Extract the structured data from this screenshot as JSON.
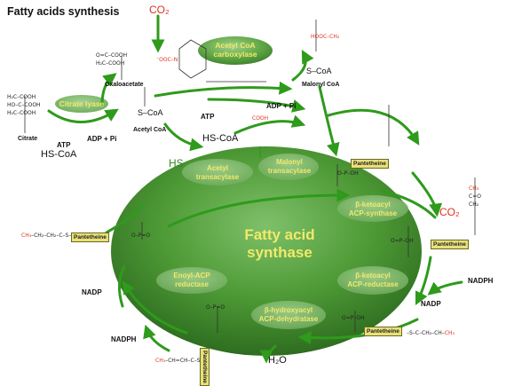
{
  "title": "Fatty acids synthesis",
  "center": {
    "line1": "Fatty acid",
    "line2": "synthase"
  },
  "enzymes": {
    "citrate_lyase": "Citrate lyase",
    "acc_line1": "Acetyl CoA",
    "acc_line2": "carboxylase",
    "acetyl_line1": "Acetyl",
    "acetyl_line2": "transacylase",
    "malonyl_line1": "Malonyl",
    "malonyl_line2": "transacylase",
    "bks_line1": "β-ketoacyl",
    "bks_line2": "ACP-synthase",
    "bkr_line1": "β-ketoacyl",
    "bkr_line2": "ACP-reductase",
    "bhd_line1": "β-hydroxyacyl",
    "bhd_line2": "ACP-dehydratase",
    "enoyl_line1": "Enoyl-ACP",
    "enoyl_line2": "reductase"
  },
  "molecules": {
    "citrate": "Citrate",
    "oxaloacetate": "Oxaloacetate",
    "acetyl_coa": "Acetyl CoA",
    "malonyl_coa": "Malonyl CoA",
    "co2_top": "CO₂",
    "co2_right": "CO₂",
    "hs_coa_left": "HS-CoA",
    "hs_coa_mid": "HS-CoA",
    "hs_green": "HS",
    "water": "H₂O"
  },
  "cofactors": {
    "atp_left": "ATP",
    "atp_mid": "ATP",
    "adp_pi_left": "ADP + Pi",
    "adp_pi_right": "ADP + Pi",
    "nadph_right": "NADPH",
    "nadp_right": "NADP",
    "nadp_left": "NADP",
    "nadph_left": "NADPH"
  },
  "pantetheine": "Pantetheine",
  "colors": {
    "arrow_green": "#2f9a1c",
    "enzyme_green": "#4f9e38",
    "label_yellow": "#f2e96a",
    "highlight_red": "#e0301e"
  }
}
